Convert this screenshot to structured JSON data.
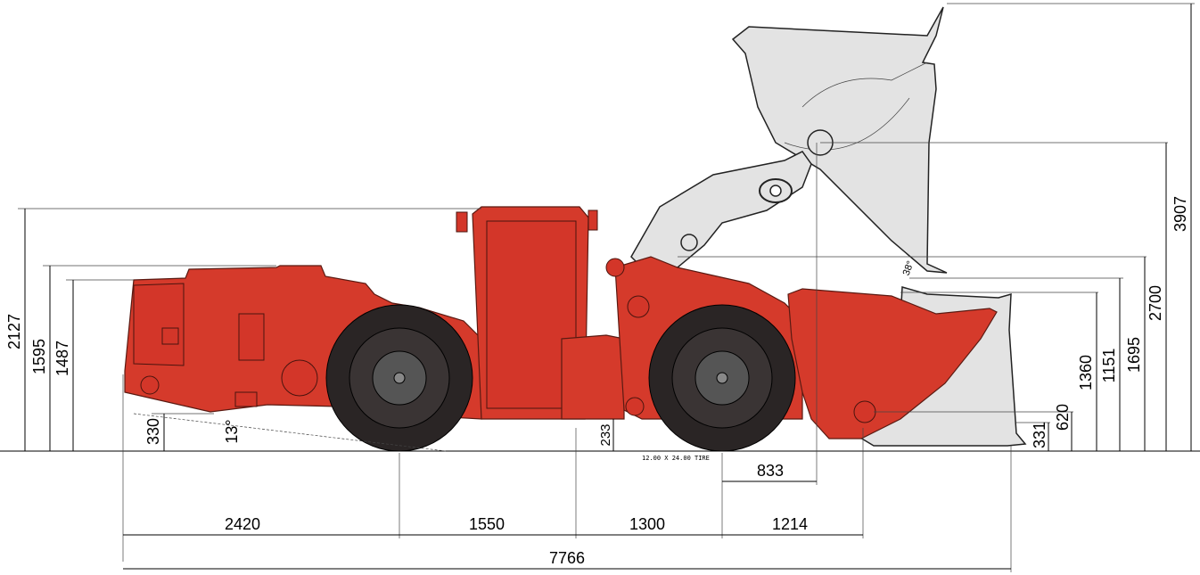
{
  "diagram": {
    "tire_label": "12.00 X 24.00 TIRE",
    "dimensions_horizontal": {
      "d2420": "2420",
      "d1550": "1550",
      "d1300": "1300",
      "d1214": "1214",
      "d833": "833",
      "d7766": "7766"
    },
    "dimensions_vertical": {
      "d2127": "2127",
      "d1595": "1595",
      "d1487": "1487",
      "d330": "330",
      "d233": "233",
      "d331": "331",
      "d620": "620",
      "d1360": "1360",
      "d1151": "1151",
      "d1695": "1695",
      "d2700": "2700",
      "d3907": "3907"
    },
    "angles": {
      "a13": "13°",
      "a38": "38°"
    },
    "colors": {
      "machine": "#d53a2b",
      "bucket_raised": "#e3e3e3",
      "tire": "#2a2525"
    }
  }
}
